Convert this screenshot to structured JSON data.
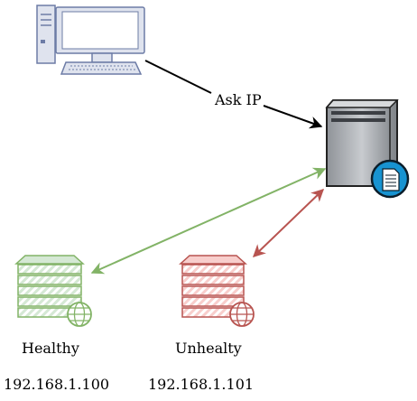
{
  "edges": {
    "ask_label": "Ask IP"
  },
  "nodes": {
    "healthy": {
      "name": "Healthy",
      "ip": "192.168.1.100"
    },
    "unhealthy": {
      "name": "Unhealty",
      "ip": "192.168.1.101"
    }
  },
  "colors": {
    "request_arrow": "#000000",
    "healthy": "#82b366",
    "unhealthy": "#b85450"
  }
}
